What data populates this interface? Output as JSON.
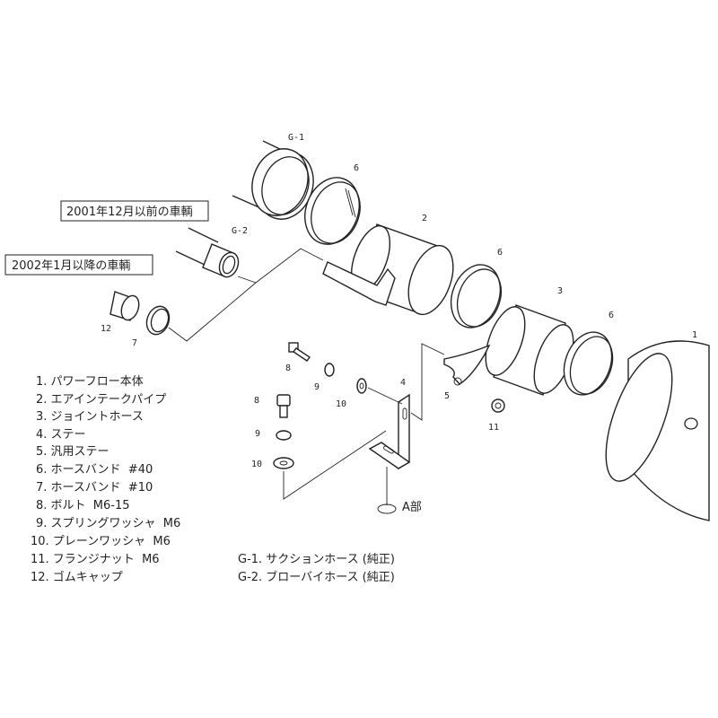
{
  "vehicle_notes": {
    "before": "2001年12月以前の車輌",
    "after": "2002年1月以降の車輌"
  },
  "callouts": {
    "g1": "G-1",
    "g2": "G-2",
    "band_top": "6",
    "pipe": "2",
    "band_mid": "6",
    "joint": "3",
    "band_right": "6",
    "body": "1",
    "cap": "12",
    "band_small": "7",
    "bolt_a": "8",
    "spring_a": "9",
    "plain_a": "10",
    "stay": "4",
    "gen_stay": "5",
    "nut": "11",
    "bolt_b": "8",
    "spring_b": "9",
    "plain_b": "10",
    "detail_a": "A部"
  },
  "parts_list": [
    "1. パワーフロー本体",
    "2. エアインテークパイプ",
    "3. ジョイントホース",
    "4. ステー",
    "5. 汎用ステー",
    "6. ホースバンド  #40",
    "7. ホースバンド  #10",
    "8. ボルト  M6-15",
    "9. スプリングワッシャ  M6",
    "10. プレーンワッシャ  M6",
    "11. フランジナット  M6",
    "12. ゴムキャップ"
  ],
  "genuine_list": [
    "G-1. サクションホース (純正)",
    "G-2. ブローバイホース (純正)"
  ]
}
